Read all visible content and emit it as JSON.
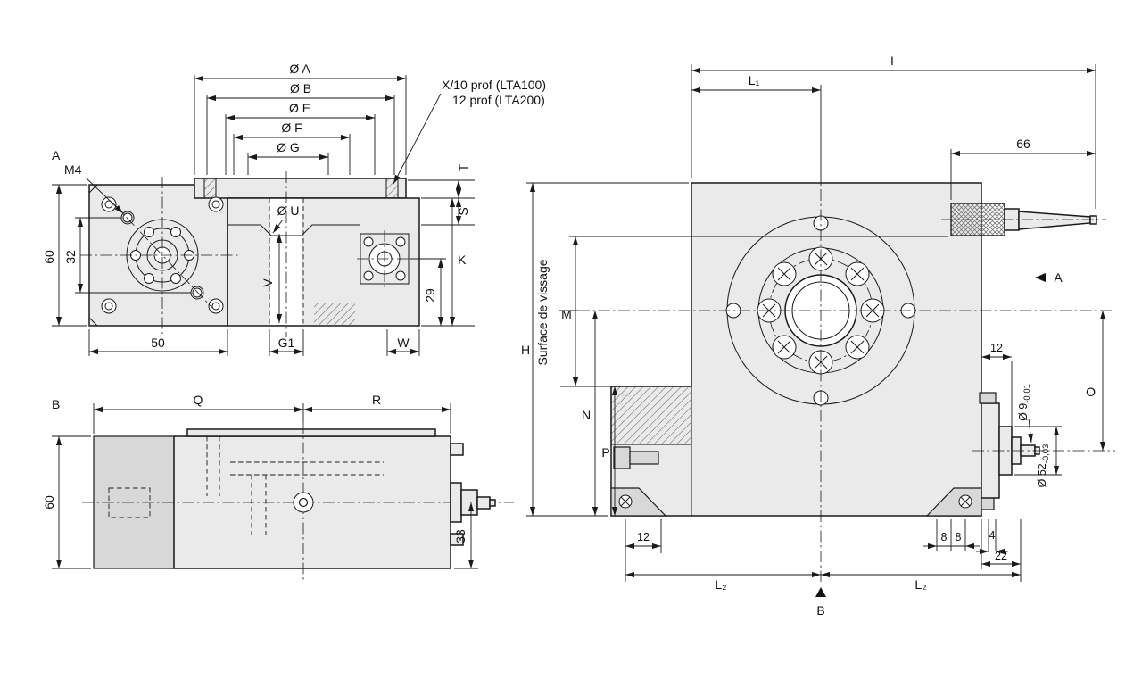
{
  "colors": {
    "line": "#1a1a1a",
    "body_fill": "#eaeaea",
    "secondary_fill": "#d8d8d8",
    "background": "#ffffff"
  },
  "front_view": {
    "dia_a": "Ø A",
    "dia_b": "Ø B",
    "dia_e": "Ø E",
    "dia_f": "Ø F",
    "dia_g": "Ø G",
    "dia_u": "Ø U",
    "callout1": "X/10 prof (LTA100)",
    "callout2": "12 prof (LTA200)",
    "label_a": "A",
    "label_m4": "M4",
    "dim_60": "60",
    "dim_32": "32",
    "dim_50": "50",
    "dim_g1": "G1",
    "dim_w": "W",
    "dim_v": "V",
    "dim_t": "T",
    "dim_s": "S",
    "dim_k": "K",
    "dim_29": "29"
  },
  "top_view": {
    "label_b": "B",
    "dim_q": "Q",
    "dim_r": "R",
    "dim_60": "60",
    "dim_33": "33"
  },
  "side_view": {
    "dim_i": "I",
    "dim_l1": "L₁",
    "dim_66": "66",
    "label_a": "A",
    "dim_h": "H",
    "surface_label": "Surface de vissage",
    "dim_m": "M",
    "dim_n": "N",
    "dim_p": "P",
    "dim_12_shaft": "12",
    "dim_o": "O",
    "dia_9": "Ø 9",
    "dia_9_tol": "-0,01",
    "dia_52": "Ø 52",
    "dia_52_tol": "-0,03",
    "dim_8a": "8",
    "dim_8b": "8",
    "dim_4": "4",
    "dim_22": "22",
    "dim_12_foot": "12",
    "dim_l2_left": "L₂",
    "dim_l2_right": "L₂",
    "label_b": "B"
  }
}
